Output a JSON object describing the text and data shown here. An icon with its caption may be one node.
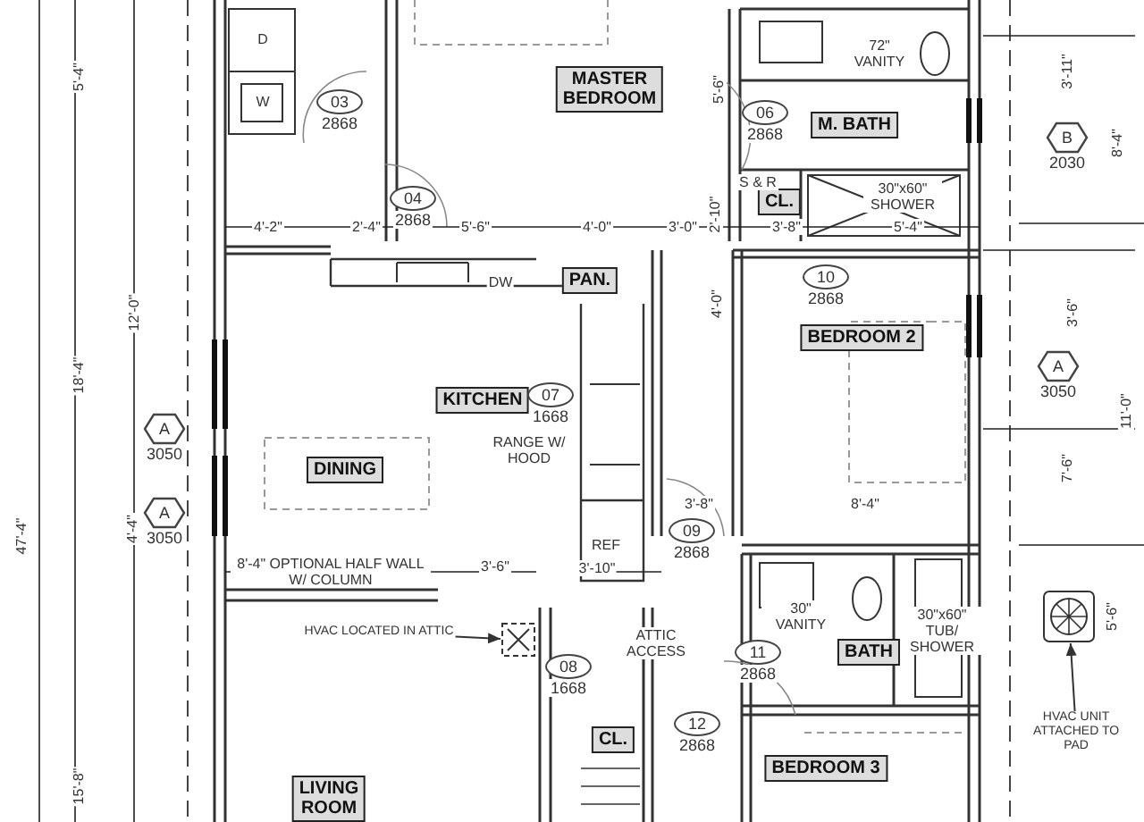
{
  "diagram": {
    "nodes": [
      {
        "text": [
          "MASTER BEDROOM"
        ]
      },
      {
        "text": [
          "03",
          "2868"
        ]
      },
      {
        "text": [
          "04",
          "2868"
        ]
      },
      {
        "text": [
          "06",
          "2868"
        ]
      },
      {
        "text": [
          "M. BATH"
        ]
      },
      {
        "text": [
          "CL."
        ]
      },
      {
        "text": [
          "B",
          "2030"
        ]
      },
      {
        "text": [
          "PAN."
        ]
      },
      {
        "text": [
          "10",
          "2868"
        ]
      },
      {
        "text": [
          "BEDROOM 2"
        ]
      },
      {
        "text": [
          "KITCHEN"
        ]
      },
      {
        "text": [
          "07",
          "1668"
        ]
      },
      {
        "text": [
          "A",
          "3050"
        ]
      },
      {
        "text": [
          "A",
          "3050"
        ]
      },
      {
        "text": [
          "DINING"
        ]
      },
      {
        "text": [
          "A",
          "3050"
        ]
      },
      {
        "text": [
          "09",
          "2868"
        ]
      },
      {
        "text": [
          "HVAC LOCATED IN ATTIC"
        ]
      },
      {
        "text": [],
        "shape": "box"
      },
      {
        "text": [
          "08",
          "1668"
        ]
      },
      {
        "text": [
          "11",
          "2868"
        ]
      },
      {
        "text": [
          "BATH"
        ]
      },
      {
        "text": [
          "CL."
        ]
      },
      {
        "text": [
          "12",
          "2868"
        ]
      },
      {
        "text": [
          "BEDROOM 3"
        ]
      },
      {
        "text": [
          "LIVING ROOM"
        ]
      },
      {
        "text": [],
        "shape": "picture"
      },
      {
        "text": [
          "HVAC UNIT ATTACHED TO PAD"
        ]
      }
    ],
    "edges": [
      {
        "from": 17,
        "to": 18,
        "arrow": "to"
      },
      {
        "from": 27,
        "to": 26,
        "arrow": "to"
      }
    ],
    "labels": [
      "5'-4\"",
      "D",
      "W",
      "72\" VANITY",
      "3'-11\"",
      "8'-4\"",
      "5'-6\"",
      "S & R",
      "30\"x60\" SHOWER",
      "2'-10\"",
      "4'-2\"",
      "2'-4\"",
      "5'-6\"",
      "4'-0\"",
      "3'-0\"",
      "3'-8\"",
      "5'-4\"",
      "DW",
      "12'-0\"",
      "4'-0\"",
      "3'-6\"",
      "18'-4\"",
      "11'-0\"",
      "RANGE W/ HOOD",
      "7'-6\"",
      "3'-8\"",
      "8'-4\"",
      "47'-4\"",
      "4'-4\"",
      "REF",
      "8'-4\" OPTIONAL HALF WALL W/ COLUMN",
      "3'-6\"",
      "3'-10\"",
      "ATTIC ACCESS",
      "30\" VANITY",
      "30\"x60\" TUB/ SHOWER",
      "5'-6\"",
      "15'-8\""
    ]
  }
}
